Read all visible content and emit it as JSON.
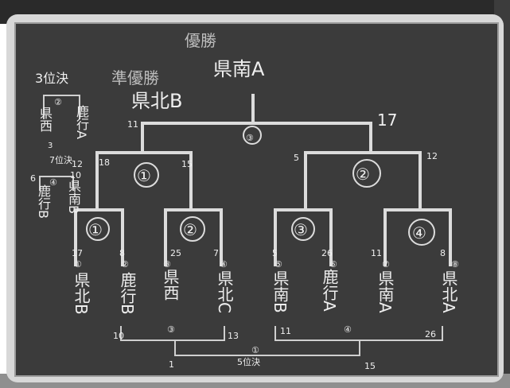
{
  "board": {
    "winner_heading": "優勝",
    "winner": "県南A",
    "runner_up_heading": "準優勝",
    "runner_up": "県北B",
    "third_place_heading": "3位決",
    "seventh_place_heading": "7位決",
    "fifth_place_heading": "5位決",
    "final_game_no": "③",
    "semifinal_left_no": "①",
    "semifinal_right_no": "②",
    "qf": [
      "①",
      "②",
      "③",
      "④"
    ],
    "teams": [
      "県北B",
      "鹿行B",
      "県西",
      "県北C",
      "県南B",
      "鹿行A",
      "県南A",
      "県北A"
    ],
    "team_seeds": [
      "①",
      "②",
      "③",
      "④",
      "⑤",
      "⑥",
      "⑦",
      "⑧"
    ],
    "scores_qf": [
      "17",
      "8",
      "25",
      "7",
      "5",
      "26",
      "11",
      "8"
    ],
    "scores_sf": [
      "18",
      "15",
      "5",
      "12"
    ],
    "scores_final": [
      "11",
      "17"
    ],
    "consolation_scores": [
      "10",
      "13",
      "11",
      "26"
    ],
    "consolation_game_nos": [
      "③",
      "④"
    ],
    "fifth_scores": [
      "1",
      "15"
    ],
    "fifth_game_no": "①",
    "side": {
      "third_left": "県西",
      "third_right": "鹿行A",
      "third_game_no": "②",
      "third_scores": [
        "3",
        "12"
      ],
      "seventh_left": "鹿行B",
      "seventh_right": "県南B",
      "seventh_game_no": "④",
      "seventh_scores": [
        "6",
        "10"
      ]
    }
  }
}
